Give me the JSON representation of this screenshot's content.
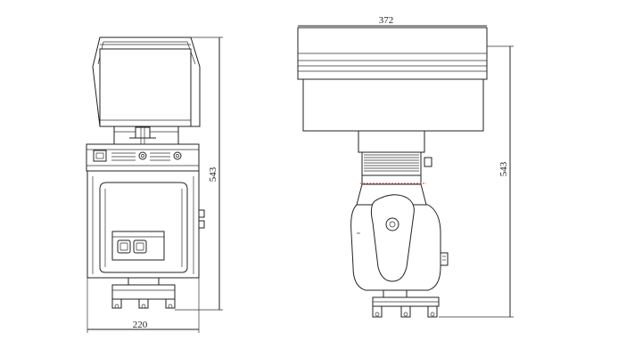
{
  "dimensions": {
    "front_width": "220",
    "front_height": "543",
    "side_width": "372",
    "side_height": "543"
  },
  "colors": {
    "line": "#222222",
    "accent_red": "#d94040",
    "background": "#ffffff"
  }
}
